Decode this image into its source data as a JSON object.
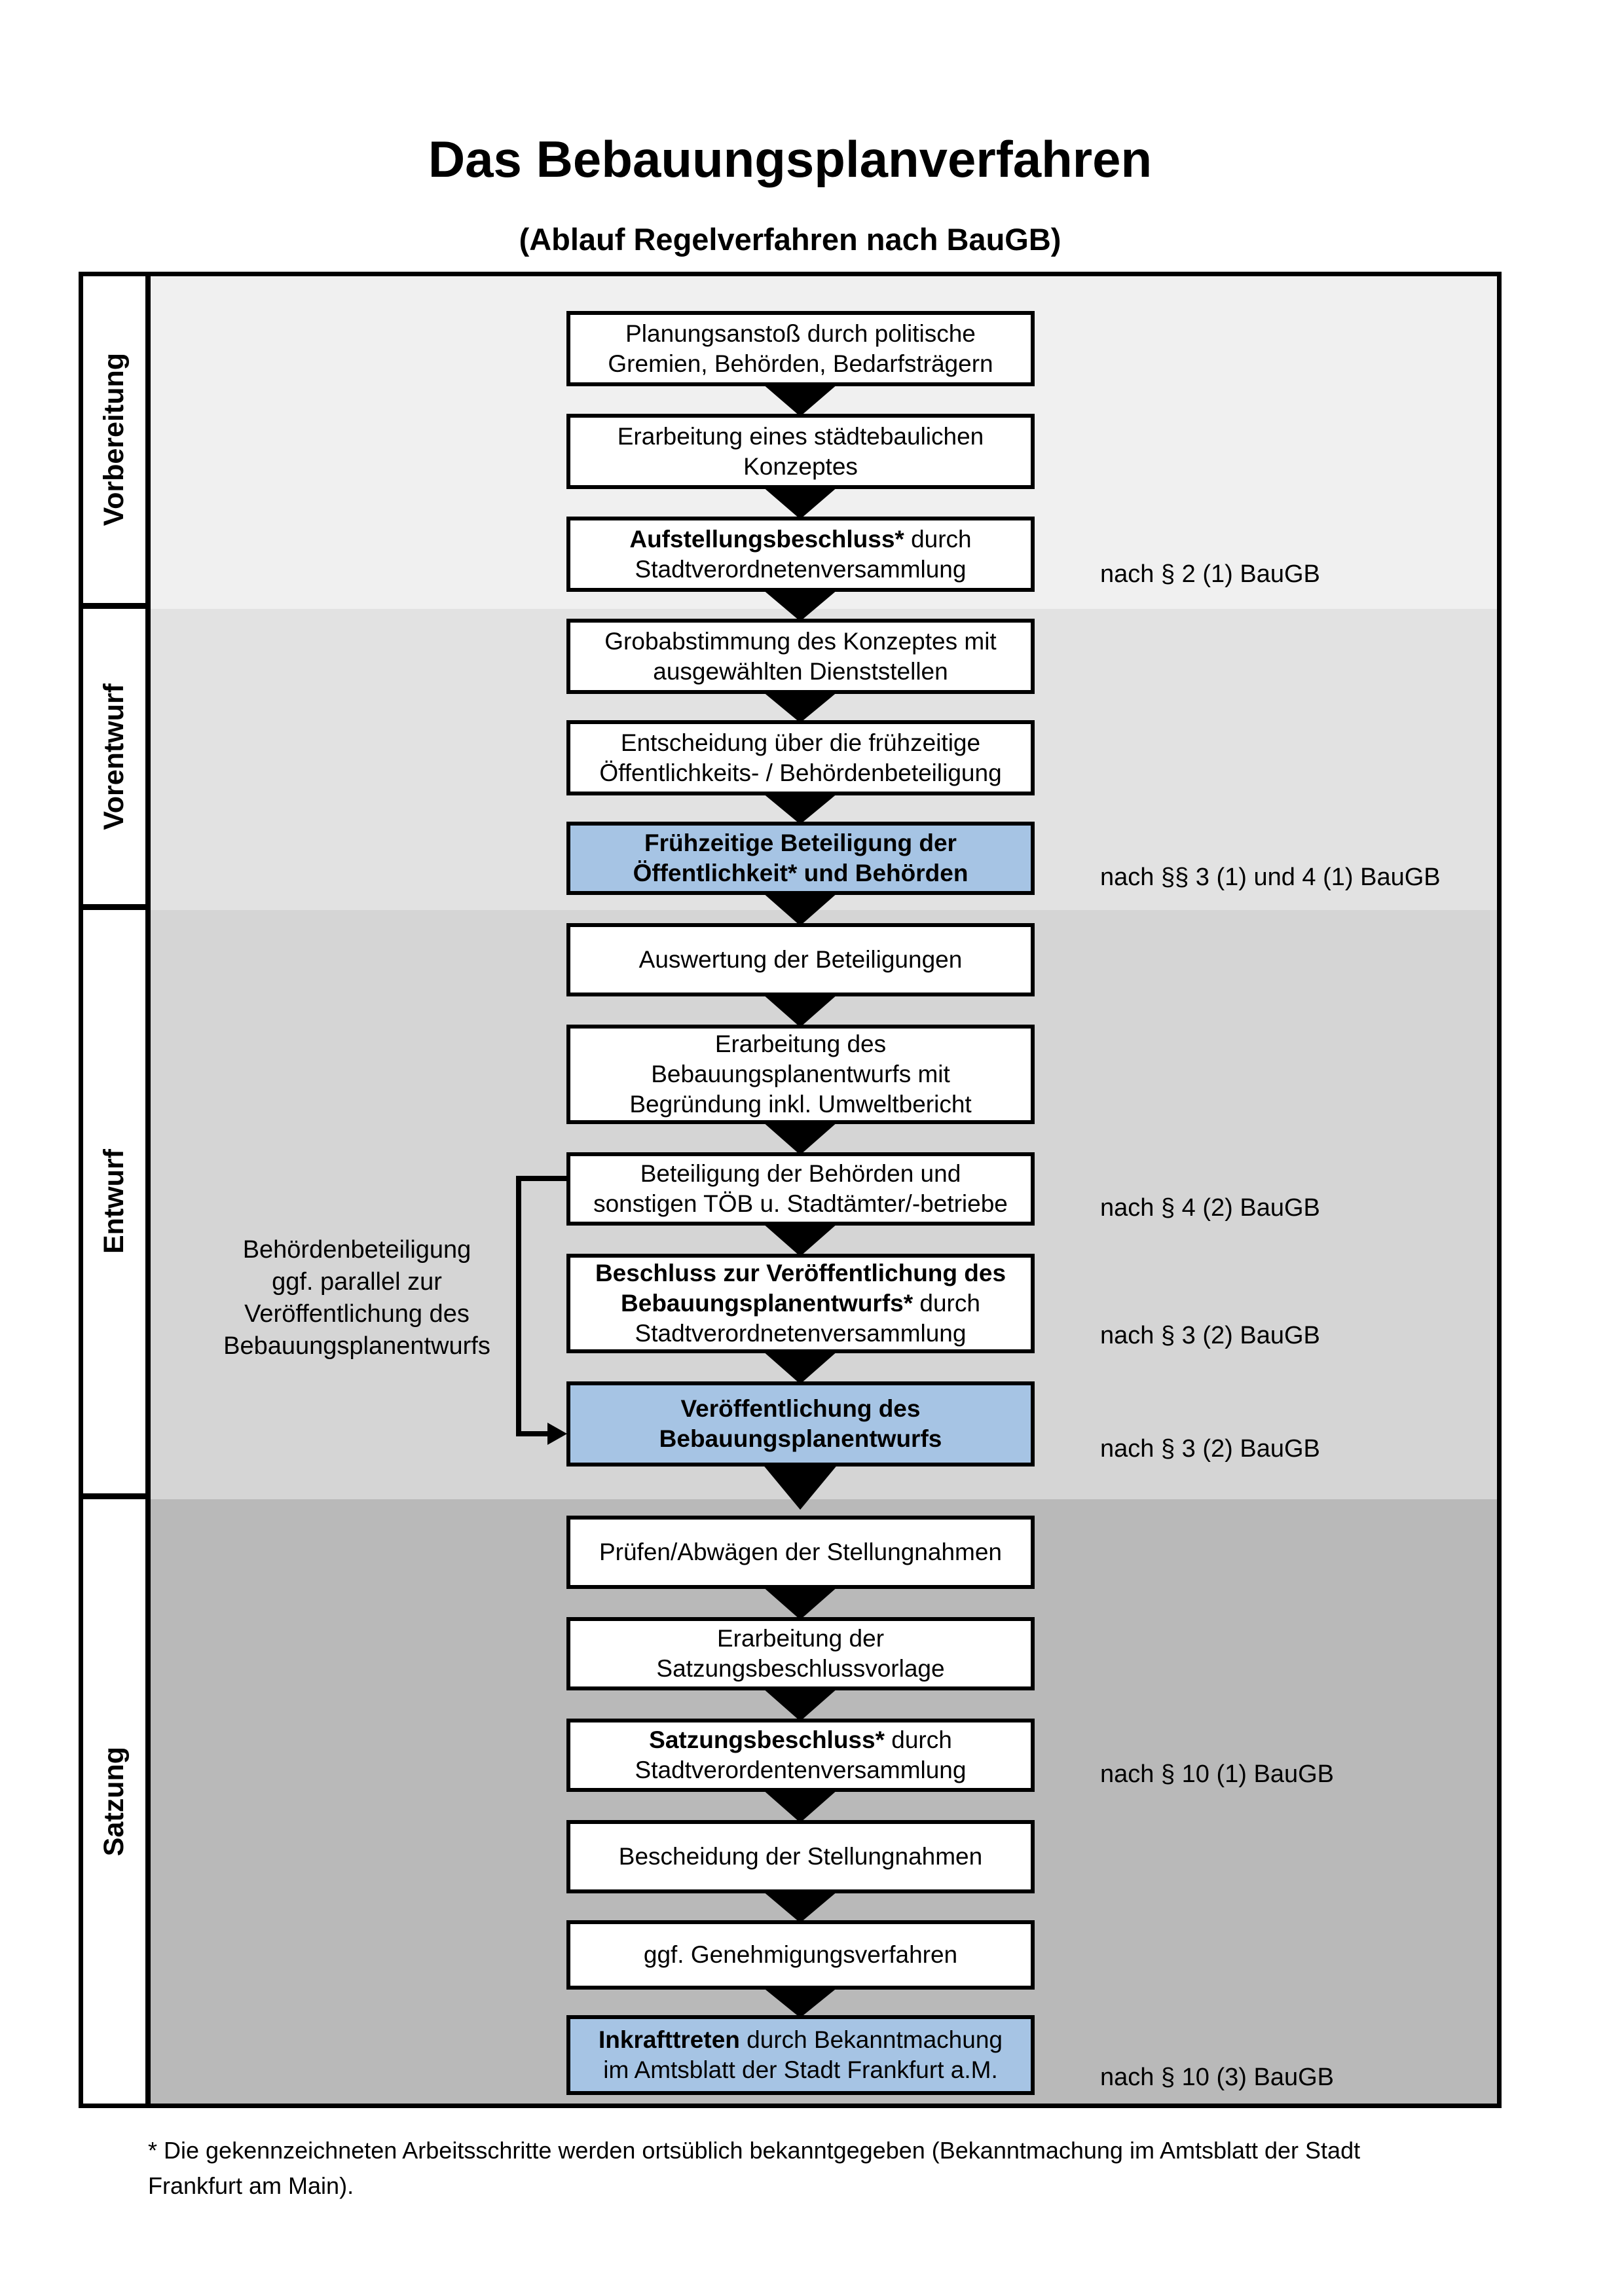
{
  "title": "Das Bebauungsplanverfahren",
  "subtitle": "(Ablauf Regelverfahren nach BauGB)",
  "phases": [
    {
      "label": "Vorbereitung"
    },
    {
      "label": "Vorentwurf"
    },
    {
      "label": "Entwurf"
    },
    {
      "label": "Satzung"
    }
  ],
  "colors": {
    "highlight_box": "#a6c4e4",
    "box_background": "#ffffff",
    "box_border": "#000000",
    "phase_backgrounds": [
      "#f0f0f0",
      "#e2e2e2",
      "#d5d5d5",
      "#b9b9b9"
    ]
  },
  "steps": [
    {
      "phase": 0,
      "highlighted": false,
      "reference": "",
      "lines": [
        [
          {
            "text": "Planungsanstoß durch politische",
            "bold": false
          }
        ],
        [
          {
            "text": "Gremien, Behörden, Bedarfsträgern",
            "bold": false
          }
        ]
      ]
    },
    {
      "phase": 0,
      "highlighted": false,
      "reference": "",
      "lines": [
        [
          {
            "text": "Erarbeitung eines städtebaulichen",
            "bold": false
          }
        ],
        [
          {
            "text": "Konzeptes",
            "bold": false
          }
        ]
      ]
    },
    {
      "phase": 0,
      "highlighted": false,
      "reference": "nach § 2 (1) BauGB",
      "lines": [
        [
          {
            "text": "Aufstellungsbeschluss*",
            "bold": true
          },
          {
            "text": " durch",
            "bold": false
          }
        ],
        [
          {
            "text": "Stadtverordnetenversammlung",
            "bold": false
          }
        ]
      ]
    },
    {
      "phase": 1,
      "highlighted": false,
      "reference": "",
      "lines": [
        [
          {
            "text": "Grobabstimmung des Konzeptes mit",
            "bold": false
          }
        ],
        [
          {
            "text": "ausgewählten Dienststellen",
            "bold": false
          }
        ]
      ]
    },
    {
      "phase": 1,
      "highlighted": false,
      "reference": "",
      "lines": [
        [
          {
            "text": "Entscheidung über die frühzeitige",
            "bold": false
          }
        ],
        [
          {
            "text": "Öffentlichkeits- / Behördenbeteiligung",
            "bold": false
          }
        ]
      ]
    },
    {
      "phase": 1,
      "highlighted": true,
      "reference": "nach §§ 3 (1) und 4 (1) BauGB",
      "lines": [
        [
          {
            "text": "Frühzeitige Beteiligung der",
            "bold": true
          }
        ],
        [
          {
            "text": "Öffentlichkeit* und Behörden",
            "bold": true
          }
        ]
      ]
    },
    {
      "phase": 2,
      "highlighted": false,
      "reference": "",
      "lines": [
        [
          {
            "text": "Auswertung der Beteiligungen",
            "bold": false
          }
        ]
      ]
    },
    {
      "phase": 2,
      "highlighted": false,
      "reference": "",
      "lines": [
        [
          {
            "text": "Erarbeitung des",
            "bold": false
          }
        ],
        [
          {
            "text": "Bebauungsplanentwurfs mit",
            "bold": false
          }
        ],
        [
          {
            "text": "Begründung inkl. Umweltbericht",
            "bold": false
          }
        ]
      ]
    },
    {
      "phase": 2,
      "highlighted": false,
      "reference": "nach § 4 (2) BauGB",
      "lines": [
        [
          {
            "text": "Beteiligung der Behörden und",
            "bold": false
          }
        ],
        [
          {
            "text": "sonstigen TÖB u. Stadtämter/-betriebe",
            "bold": false
          }
        ]
      ]
    },
    {
      "phase": 2,
      "highlighted": false,
      "reference": "nach § 3 (2) BauGB",
      "lines": [
        [
          {
            "text": "Beschluss zur Veröffentlichung des",
            "bold": true
          }
        ],
        [
          {
            "text": "Bebauungsplanentwurfs*",
            "bold": true
          },
          {
            "text": " durch",
            "bold": false
          }
        ],
        [
          {
            "text": "Stadtverordnetenversammlung",
            "bold": false
          }
        ]
      ]
    },
    {
      "phase": 2,
      "highlighted": true,
      "reference": "nach § 3 (2) BauGB",
      "lines": [
        [
          {
            "text": "Veröffentlichung des",
            "bold": true
          }
        ],
        [
          {
            "text": "Bebauungsplanentwurfs",
            "bold": true
          }
        ]
      ]
    },
    {
      "phase": 3,
      "highlighted": false,
      "reference": "",
      "lines": [
        [
          {
            "text": "Prüfen/Abwägen der Stellungnahmen",
            "bold": false
          }
        ]
      ]
    },
    {
      "phase": 3,
      "highlighted": false,
      "reference": "",
      "lines": [
        [
          {
            "text": "Erarbeitung der",
            "bold": false
          }
        ],
        [
          {
            "text": "Satzungsbeschlussvorlage",
            "bold": false
          }
        ]
      ]
    },
    {
      "phase": 3,
      "highlighted": false,
      "reference": "nach § 10 (1) BauGB",
      "lines": [
        [
          {
            "text": "Satzungsbeschluss*",
            "bold": true
          },
          {
            "text": " durch",
            "bold": false
          }
        ],
        [
          {
            "text": "Stadtverordentenversammlung",
            "bold": false
          }
        ]
      ]
    },
    {
      "phase": 3,
      "highlighted": false,
      "reference": "",
      "lines": [
        [
          {
            "text": "Bescheidung der Stellungnahmen",
            "bold": false
          }
        ]
      ]
    },
    {
      "phase": 3,
      "highlighted": false,
      "reference": "",
      "lines": [
        [
          {
            "text": "ggf. Genehmigungsverfahren",
            "bold": false
          }
        ]
      ]
    },
    {
      "phase": 3,
      "highlighted": true,
      "reference": "nach § 10 (3) BauGB",
      "lines": [
        [
          {
            "text": "Inkrafttreten",
            "bold": true
          },
          {
            "text": " durch Bekanntmachung",
            "bold": false
          }
        ],
        [
          {
            "text": "im Amtsblatt der Stadt Frankfurt a.M.",
            "bold": false
          }
        ]
      ]
    }
  ],
  "annotation": "Behördenbeteiligung\nggf. parallel zur\nVeröffentlichung des\nBebauungsplanentwurfs",
  "footnote": "* Die gekennzeichneten Arbeitsschritte werden ortsüblich bekanntgegeben (Bekanntmachung im Amtsblatt der Stadt\nFrankfurt am Main)."
}
